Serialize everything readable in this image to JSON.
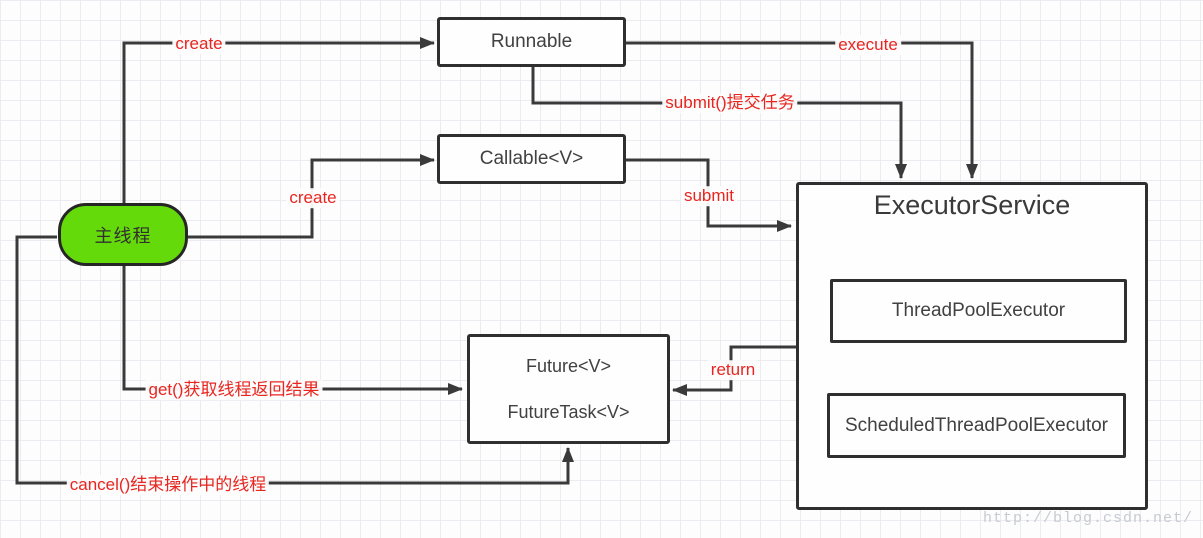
{
  "diagram": {
    "nodes": {
      "main_thread": {
        "label": "主线程"
      },
      "runnable": {
        "label": "Runnable"
      },
      "callable": {
        "label": "Callable<V>"
      },
      "future": {
        "label_line1": "Future<V>",
        "label_line2": "FutureTask<V>"
      },
      "executor_service": {
        "label": "ExecutorService"
      },
      "thread_pool_executor": {
        "label": "ThreadPoolExecutor"
      },
      "scheduled_thread_pool_executor": {
        "label": "ScheduledThreadPoolExecutor"
      }
    },
    "edge_labels": {
      "create_runnable": "create",
      "execute": "execute",
      "submit_task": "submit()提交任务",
      "create_callable": "create",
      "submit": "submit",
      "return_result": "return",
      "get_result": "get()获取线程返回结果",
      "cancel_thread": "cancel()结束操作中的线程"
    },
    "watermark": "http://blog.csdn.net/",
    "colors": {
      "node_green": "#65da0b",
      "line_dark": "#3a3a3a",
      "edge_label_red": "#e8261f",
      "box_border": "#2f2f2f",
      "watermark_gray": "#c6cbd1"
    }
  }
}
